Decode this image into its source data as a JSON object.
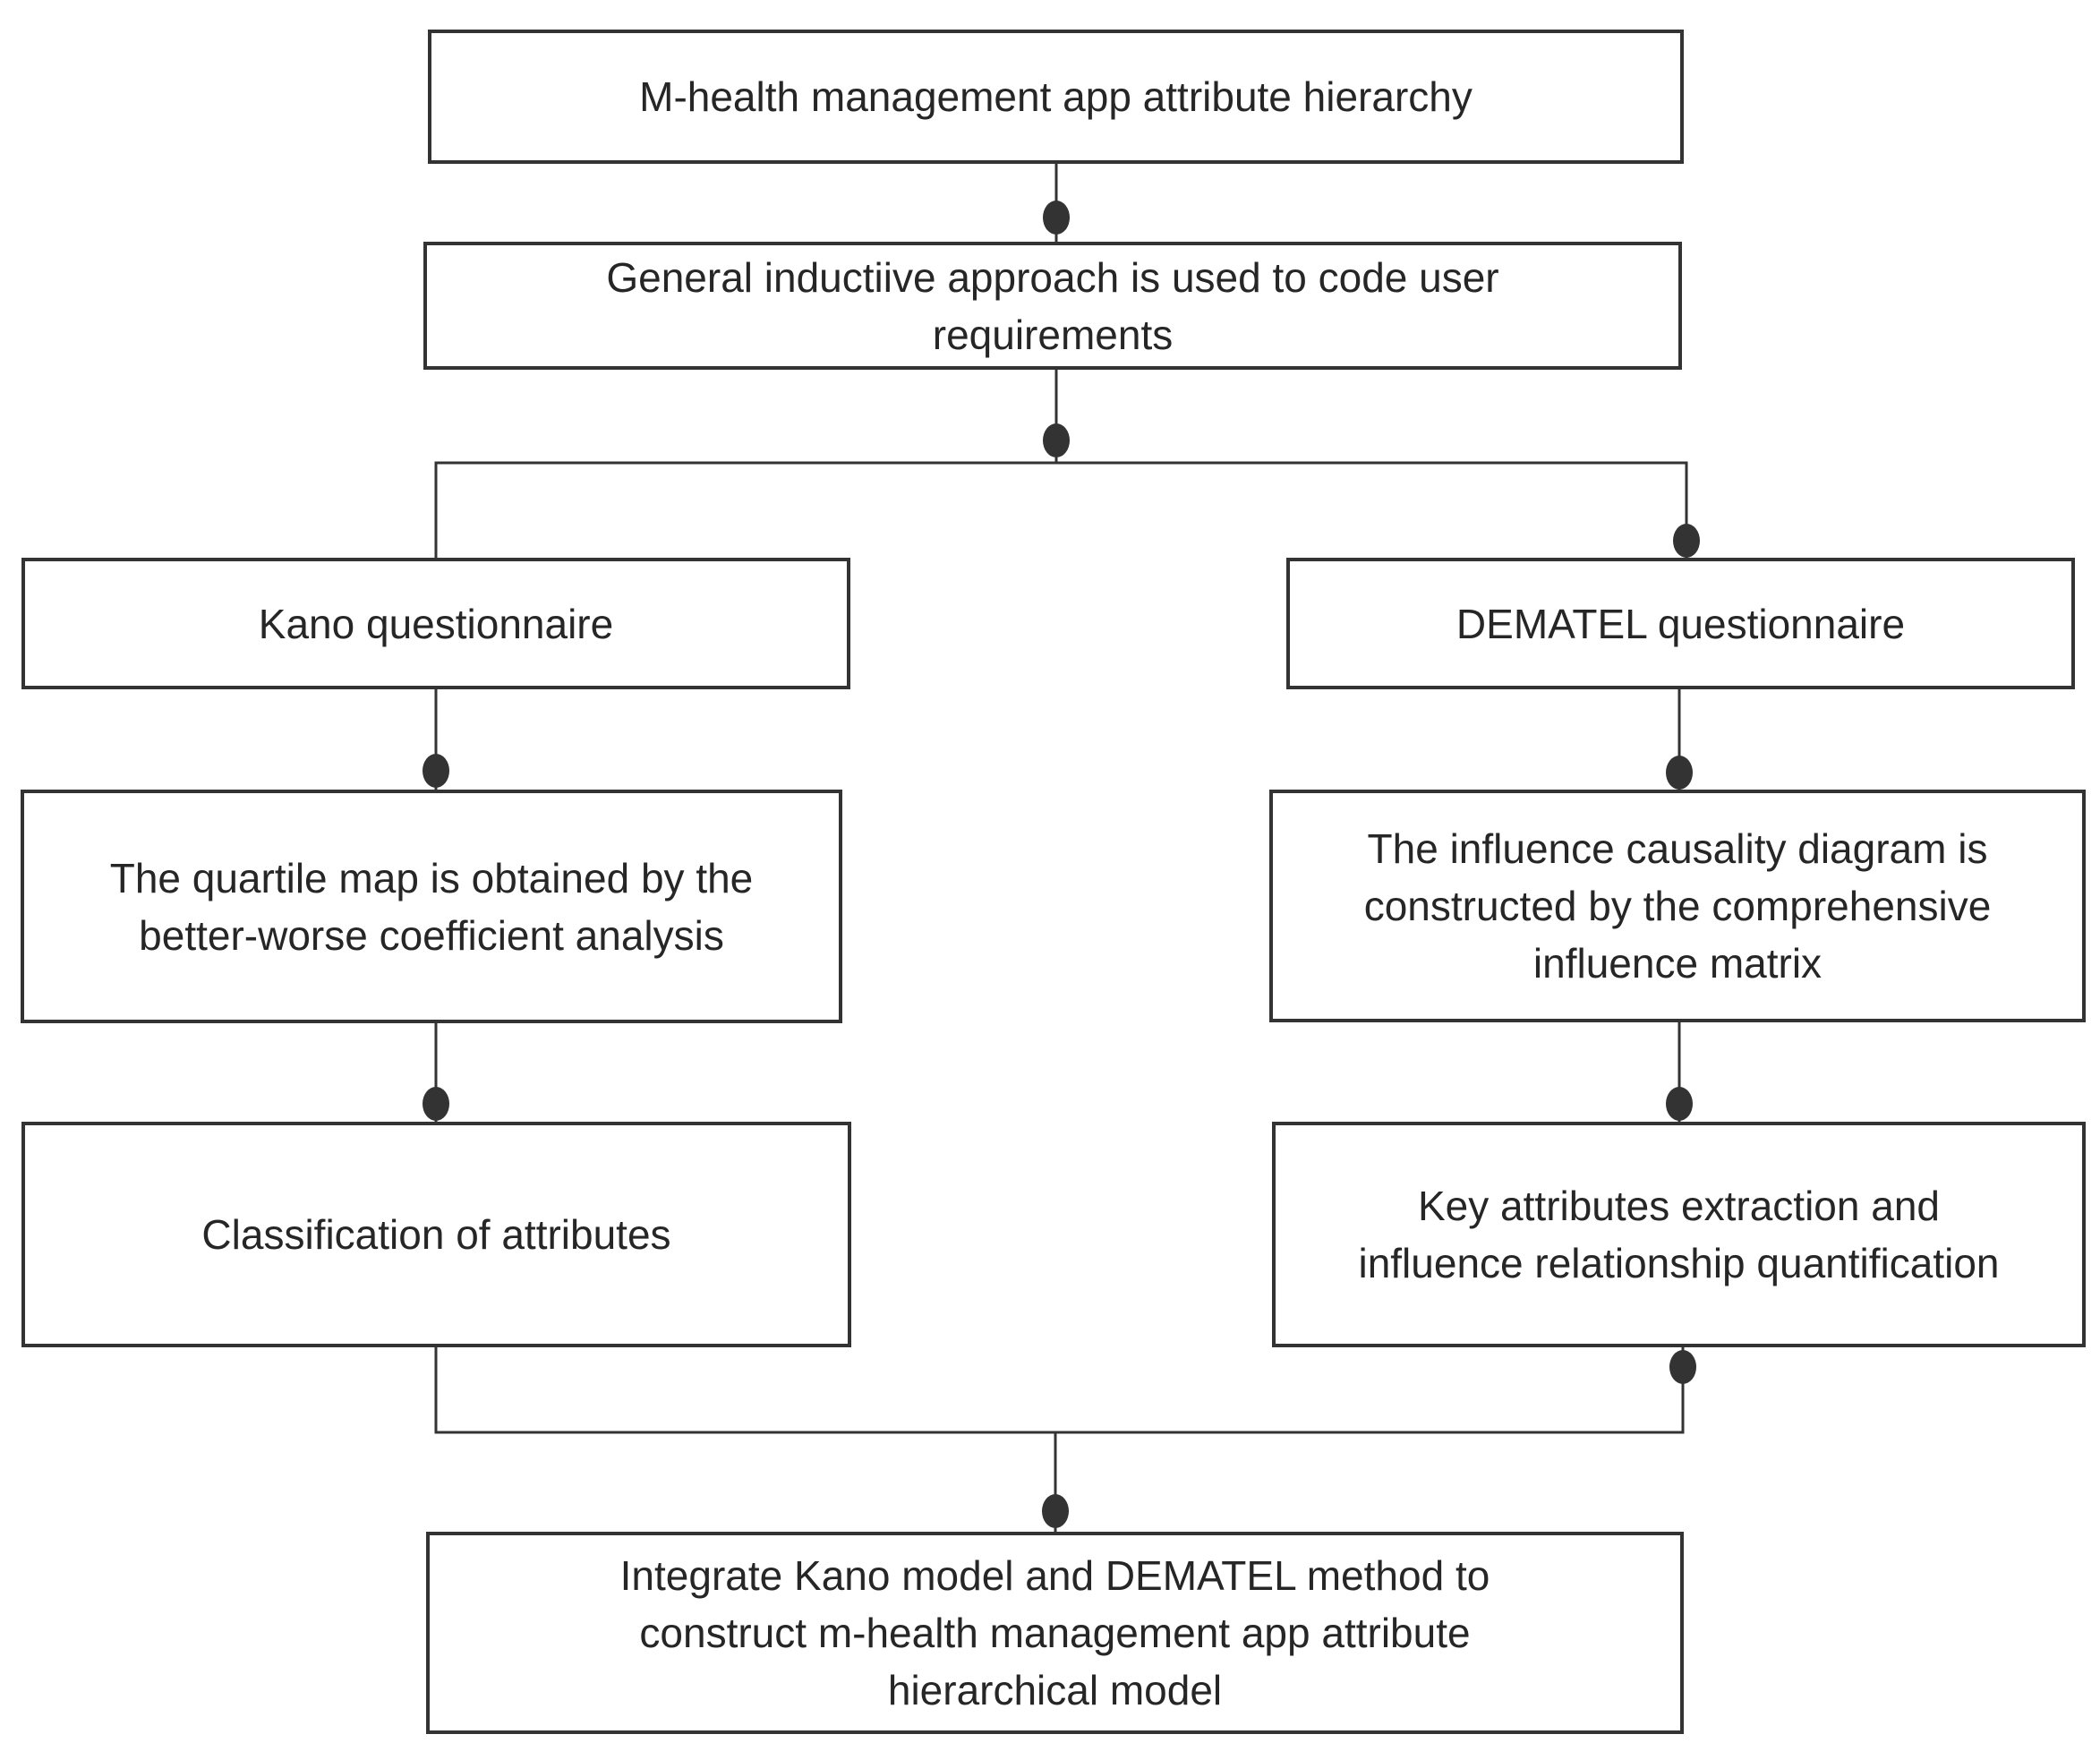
{
  "figure": {
    "background": "#ffffff",
    "box_fill": "#ffffff",
    "line_color": "#333333",
    "text_color": "#262626",
    "nodes": {
      "title": "M-health management app attribute hierarchy",
      "coding": "General inductiive approach is used to code user\nrequirements",
      "kano": "Kano questionnaire",
      "dematel": "DEMATEL questionnaire",
      "quartile": "The quartile map is obtained by the\nbetter-worse coefficient analysis",
      "causality": "The influence causality diagram is\nconstructed by the comprehensive\ninfluence matrix",
      "classification": "Classification of attributes",
      "key_attributes": "Key attributes extraction and\ninfluence relationship quantification",
      "integration": "Integrate Kano model and DEMATEL method to\nconstruct m-health management app attribute\nhierarchical model"
    }
  }
}
